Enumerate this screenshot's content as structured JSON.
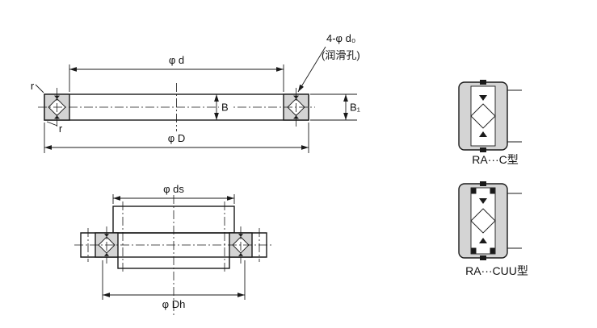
{
  "colors": {
    "line": "#1a1a1a",
    "section_fill": "#d4d4d4",
    "background": "#ffffff"
  },
  "section_view": {
    "dim_bore": "φ d",
    "dim_outer": "φ D",
    "dim_width": "B",
    "dim_outer_width": "B₁",
    "fillet_top_left": "r",
    "fillet_bottom_left": "r",
    "callout_holes": "4-φ d₀",
    "callout_holes_note": "(润滑孔)"
  },
  "mounting_view": {
    "dim_pilot": "φ ds",
    "dim_housing": "φ Dh"
  },
  "type_figures": [
    {
      "label": "RA···C型"
    },
    {
      "label": "RA···CUU型"
    }
  ]
}
